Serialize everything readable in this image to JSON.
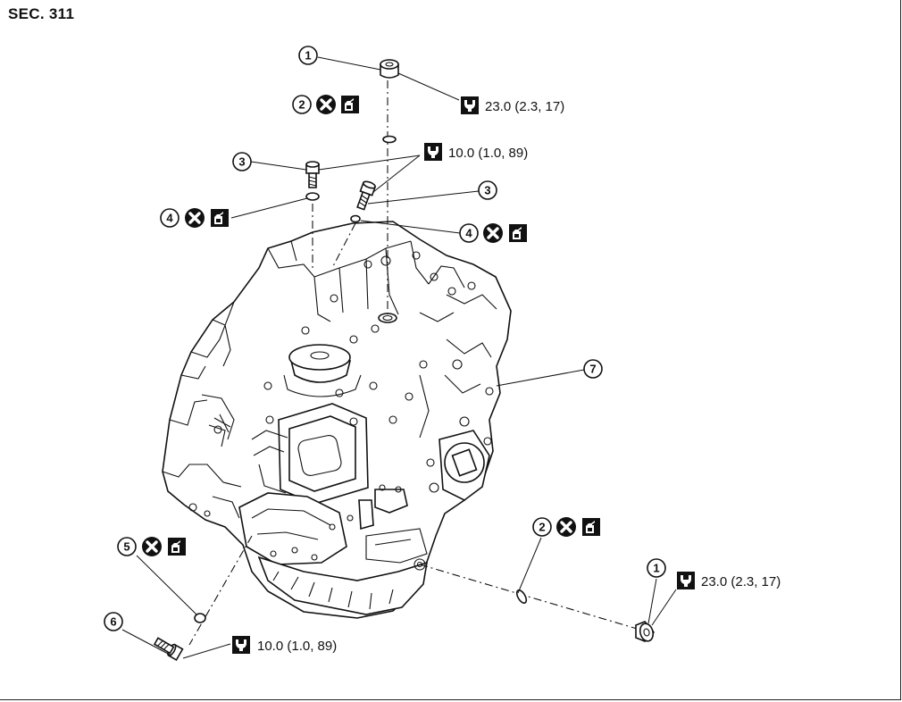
{
  "section_title": "SEC. 311",
  "torque_specs": [
    {
      "id": "t1",
      "text": "23.0 (2.3, 17)"
    },
    {
      "id": "t2",
      "text": "10.0 (1.0, 89)"
    },
    {
      "id": "t3",
      "text": "23.0 (2.3, 17)"
    },
    {
      "id": "t4",
      "text": "10.0 (1.0, 89)"
    }
  ],
  "callouts": [
    {
      "label": "1",
      "part": "plug",
      "symbols": [
        "torque"
      ]
    },
    {
      "label": "2",
      "part": "o-ring",
      "symbols": [
        "do-not-reuse",
        "apply-atf"
      ]
    },
    {
      "label": "3",
      "part": "bolt",
      "symbols": []
    },
    {
      "label": "4",
      "part": "o-ring",
      "symbols": [
        "do-not-reuse",
        "apply-atf"
      ]
    },
    {
      "label": "3",
      "part": "bolt",
      "symbols": []
    },
    {
      "label": "4",
      "part": "o-ring",
      "symbols": [
        "do-not-reuse",
        "apply-atf"
      ]
    },
    {
      "label": "7",
      "part": "transaxle assembly",
      "symbols": []
    },
    {
      "label": "2",
      "part": "o-ring",
      "symbols": [
        "do-not-reuse",
        "apply-atf"
      ]
    },
    {
      "label": "1",
      "part": "plug",
      "symbols": [
        "torque"
      ]
    },
    {
      "label": "5",
      "part": "o-ring",
      "symbols": [
        "do-not-reuse",
        "apply-atf"
      ]
    },
    {
      "label": "6",
      "part": "bolt",
      "symbols": []
    }
  ],
  "icons": {
    "torque": "torque-wrench-icon",
    "do_not_reuse": "do-not-reuse-icon",
    "apply_fluid": "apply-atf-icon"
  }
}
